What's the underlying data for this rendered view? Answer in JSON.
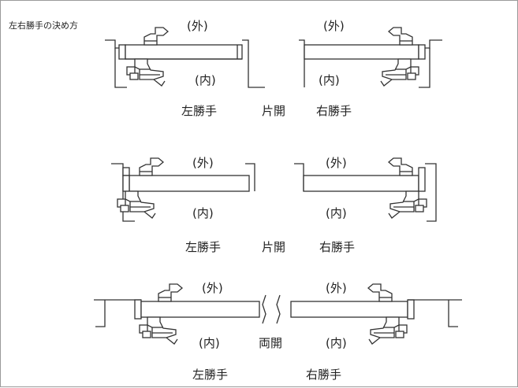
{
  "title": "左右勝手の決め方",
  "labels": {
    "outside": "(外)",
    "inside": "(内)",
    "left_hand": "左勝手",
    "right_hand": "右勝手",
    "single_swing": "片開",
    "double_swing": "両開"
  }
}
